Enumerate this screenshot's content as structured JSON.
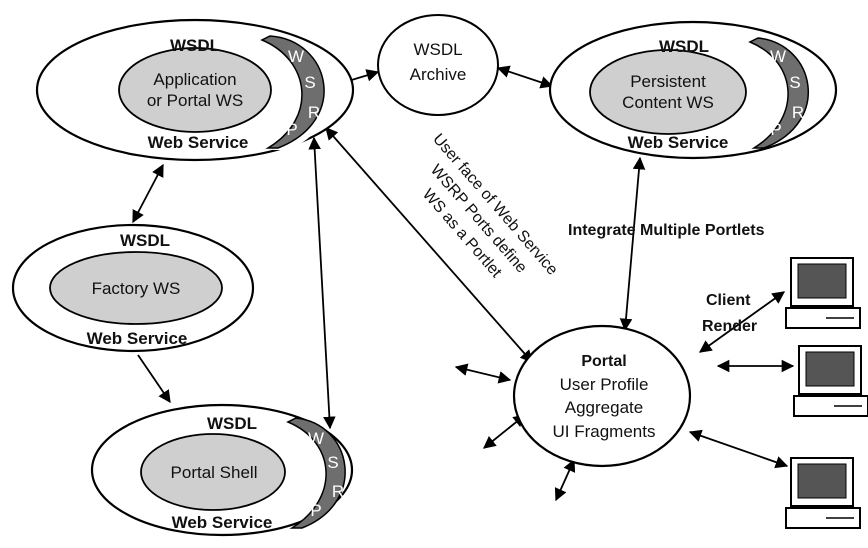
{
  "services": {
    "app": {
      "wsdl": "WSDL",
      "inner_line1": "Application",
      "inner_line2": "or Portal WS",
      "footer": "Web Service",
      "wsrp": [
        "W",
        "S",
        "R",
        "P"
      ]
    },
    "persistent": {
      "wsdl": "WSDL",
      "inner_line1": "Persistent",
      "inner_line2": "Content WS",
      "footer": "Web Service",
      "wsrp": [
        "W",
        "S",
        "R",
        "P"
      ]
    },
    "factory": {
      "wsdl": "WSDL",
      "inner_line1": "Factory WS",
      "footer": "Web Service"
    },
    "shell": {
      "wsdl": "WSDL",
      "inner_line1": "Portal Shell",
      "footer": "Web Service",
      "wsrp": [
        "W",
        "S",
        "R",
        "P"
      ]
    }
  },
  "archive": {
    "line1": "WSDL",
    "line2": "Archive"
  },
  "portal": {
    "title": "Portal",
    "line1": "User Profile",
    "line2": "Aggregate",
    "line3": "UI Fragments"
  },
  "annotations": {
    "user_face_line1": "User face of Web Service",
    "user_face_line2": "WSRP Ports define",
    "user_face_line3": "WS as a Portlet",
    "integrate": "Integrate Multiple Portlets",
    "client_line1": "Client",
    "client_line2": "Render"
  },
  "colors": {
    "inner_fill": "#cfcfcf",
    "wsrp_band": "#6e6e6e",
    "stroke": "#000000"
  }
}
